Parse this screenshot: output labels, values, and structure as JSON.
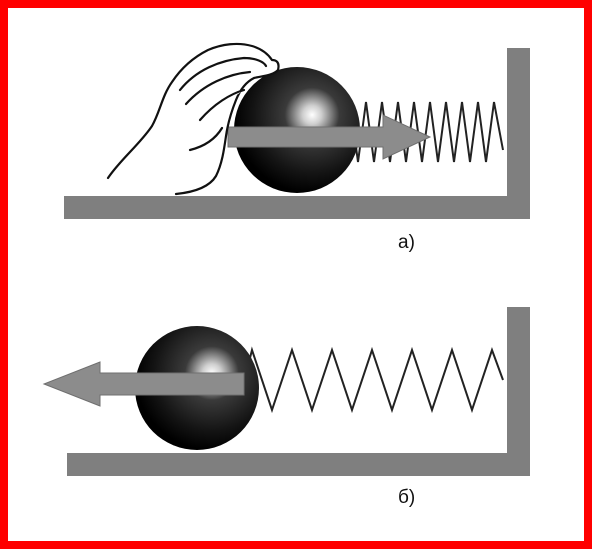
{
  "colors": {
    "border": "#ff0000",
    "wall": "#7f7f7f",
    "arrow": "#8c8c8c",
    "ball": "#111111",
    "spring": "#222222"
  },
  "panels": [
    {
      "id": "a",
      "label": "а)",
      "force_direction": "right",
      "spring_state": "compressed",
      "hand": true
    },
    {
      "id": "b",
      "label": "б)",
      "force_direction": "left",
      "spring_state": "extended",
      "hand": false
    }
  ]
}
